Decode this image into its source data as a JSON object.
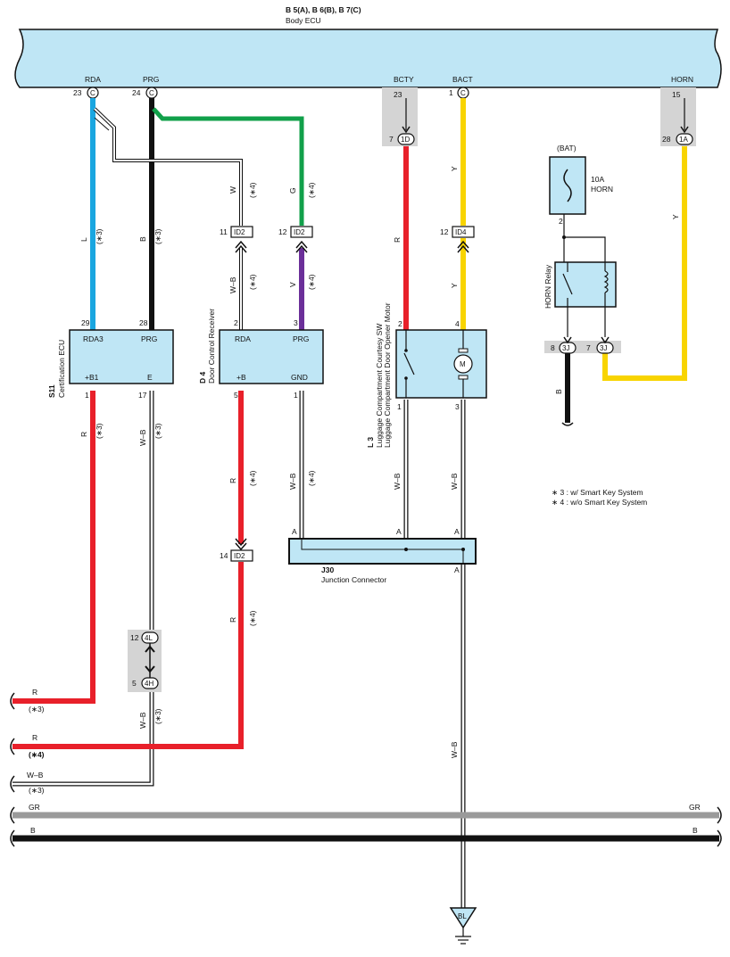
{
  "header": {
    "title_line1": "B 5(A), B 6(B), B 7(C)",
    "title_line2": "Body ECU"
  },
  "body_ecu": {
    "rda": {
      "pin": "23",
      "conn": "C",
      "label": "RDA"
    },
    "prg": {
      "pin": "24",
      "conn": "C",
      "label": "PRG"
    },
    "bcty": {
      "pin": "23",
      "label": "BCTY"
    },
    "bact": {
      "pin": "1",
      "conn": "C",
      "label": "BACT"
    },
    "horn": {
      "pin": "15",
      "label": "HORN"
    }
  },
  "connectors": {
    "c_1d": {
      "pin": "7",
      "name": "1D"
    },
    "c_1a": {
      "pin": "28",
      "name": "1A"
    },
    "c_id2_w": {
      "pin": "11",
      "name": "ID2"
    },
    "c_id2_g": {
      "pin": "12",
      "name": "ID2"
    },
    "c_id4": {
      "pin": "12",
      "name": "ID4"
    },
    "c_id2_r": {
      "pin": "14",
      "name": "ID2"
    },
    "c_4l": {
      "pin": "12",
      "name": "4L"
    },
    "c_4h": {
      "pin": "5",
      "name": "4H"
    },
    "c_3j_a": {
      "pin": "8",
      "name": "3J"
    },
    "c_3j_b": {
      "pin": "7",
      "name": "3J"
    }
  },
  "fuse": {
    "supply": "(BAT)",
    "rating": "10A",
    "name": "HORN",
    "pin": "2"
  },
  "relay": {
    "name": "HORN Relay"
  },
  "s11": {
    "id": "S11",
    "name": "Certification ECU",
    "pins": {
      "rda3": "29",
      "prg": "28",
      "b1": "1",
      "e": "17"
    },
    "labels": {
      "rda3": "RDA3",
      "prg": "PRG",
      "b1": "+B1",
      "e": "E"
    }
  },
  "d4": {
    "id": "D 4",
    "name": "Door Control Receiver",
    "pins": {
      "rda": "2",
      "prg": "3",
      "b": "5",
      "gnd": "1"
    },
    "labels": {
      "rda": "RDA",
      "prg": "PRG",
      "b": "+B",
      "gnd": "GND"
    }
  },
  "l3": {
    "id": "L 3",
    "name1": "Luggage Compartment Courtesy SW",
    "name2": "Luggage Compartment Door Opener Motor",
    "pins": {
      "top_left": "2",
      "top_right": "4",
      "bot_left": "1",
      "bot_right": "3"
    },
    "motor": "M"
  },
  "j30": {
    "id": "J30",
    "name": "Junction Connector",
    "pin": "A"
  },
  "ground": {
    "name": "BL"
  },
  "notes": {
    "n3": "∗ 3 : w/ Smart Key System",
    "n4": "∗ 4 : w/o Smart Key System"
  },
  "wires": {
    "L": "L",
    "B": "B",
    "W": "W",
    "G": "G",
    "V": "V",
    "WB": "W–B",
    "R": "R",
    "Y": "Y",
    "GR": "GR",
    "n3": "(∗3)",
    "n4": "(∗4)"
  },
  "colors": {
    "ecu_fill": "#bfe6f5",
    "blue": "#1aa6e0",
    "black": "#111111",
    "green": "#11a04a",
    "purple": "#6b2f99",
    "red": "#e8202a",
    "yellow": "#f8d400",
    "gray": "#9a9a9a",
    "shade": "#d4d4d4"
  }
}
